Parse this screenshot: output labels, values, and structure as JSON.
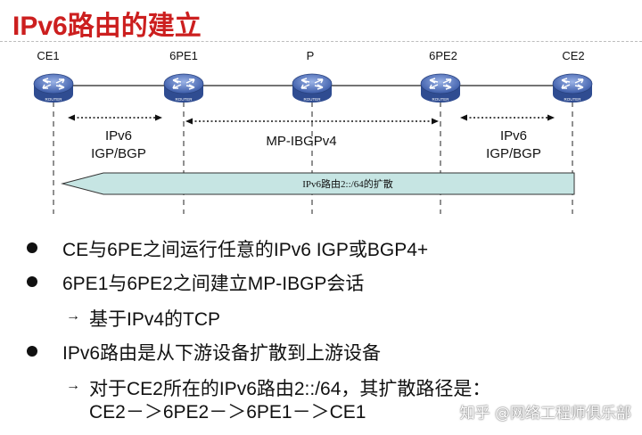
{
  "title": "IPv6路由的建立",
  "nodes": [
    {
      "label": "CE1",
      "badge": "ROUTER"
    },
    {
      "label": "6PE1",
      "badge": "ROUTER"
    },
    {
      "label": "P",
      "badge": "ROUTER"
    },
    {
      "label": "6PE2",
      "badge": "ROUTER"
    },
    {
      "label": "CE2",
      "badge": "ROUTER"
    }
  ],
  "segments": {
    "left": {
      "line1": "IPv6",
      "line2": "IGP/BGP"
    },
    "middle": {
      "line1": "MP-IBGPv4"
    },
    "right": {
      "line1": "IPv6",
      "line2": "IGP/BGP"
    }
  },
  "arrow_label": "IPv6路由2::/64的扩散",
  "colors": {
    "title": "#cc1f1f",
    "arrow_fill": "#c6e5e3",
    "router": "#4c6bb3"
  },
  "bullets": [
    {
      "level": 1,
      "text": "CE与6PE之间运行任意的IPv6 IGP或BGP4+"
    },
    {
      "level": 1,
      "text": "6PE1与6PE2之间建立MP-IBGP会话"
    },
    {
      "level": 2,
      "text": "基于IPv4的TCP"
    },
    {
      "level": 1,
      "text": "IPv6路由是从下游设备扩散到上游设备"
    },
    {
      "level": 2,
      "text": "对于CE2所在的IPv6路由2::/64，其扩散路径是："
    },
    {
      "level": 3,
      "text": "CE2－＞6PE2－＞6PE1－＞CE1"
    }
  ],
  "arrow_glyph": "→",
  "watermark": "知乎 @网络工程师俱乐部"
}
